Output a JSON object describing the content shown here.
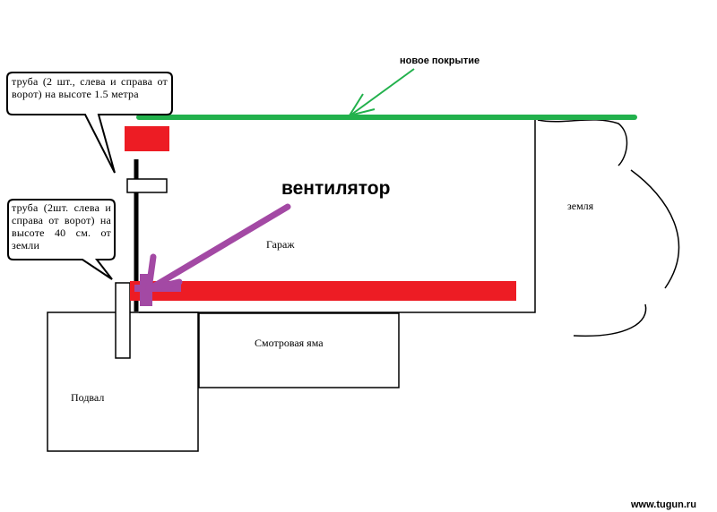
{
  "labels": {
    "new_cover": "новое покрытие",
    "fan": "вентилятор",
    "garage": "Гараж",
    "earth": "земля",
    "pit": "Смотровая яма",
    "basement": "Подвал",
    "watermark": "www.tugun.ru"
  },
  "callouts": {
    "upper_pipe": "труба (2 шт., слева и справа от ворот) на высоте 1.5 метра",
    "lower_pipe": "труба (2шт. слева и справа от ворот) на высоте 40 см. от земли"
  },
  "colors": {
    "cover_green": "#22b14c",
    "red": "#ed1c24",
    "purple": "#a349a4",
    "outline": "#000000"
  }
}
